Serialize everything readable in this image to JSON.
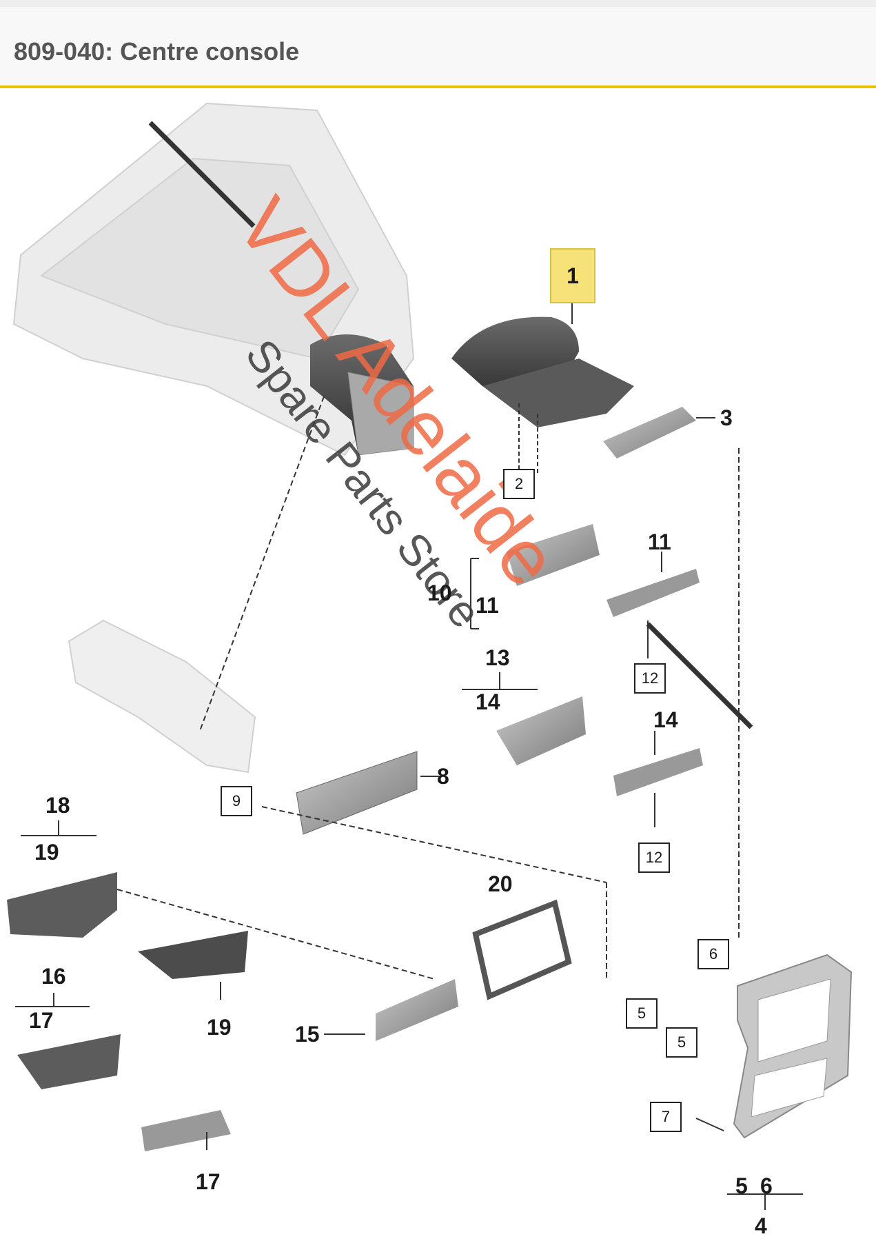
{
  "page": {
    "title": "809-040: Centre console"
  },
  "colors": {
    "header_rule": "#e8c200",
    "highlight_fill": "#f7e27a",
    "watermark": "#ef6a45",
    "part_dark": "#4a4a4a",
    "part_light": "#d6d6d6",
    "leader_line": "#333333"
  },
  "watermark": {
    "line1": "VDL Adelaide",
    "line2": "Spare Parts Store"
  },
  "callouts": {
    "c1": "1",
    "c2": "2",
    "c3": "3",
    "c4": "4",
    "c5a": "5",
    "c5b": "5",
    "c5c": "5",
    "c6a": "6",
    "c6b": "6",
    "c7": "7",
    "c8": "8",
    "c9": "9",
    "c10": "10",
    "c11a": "11",
    "c11b": "11",
    "c12a": "12",
    "c12b": "12",
    "c13": "13",
    "c14a": "14",
    "c14b": "14",
    "c15": "15",
    "c16": "16",
    "c17a": "17",
    "c17b": "17",
    "c18": "18",
    "c19a": "19",
    "c19b": "19",
    "c20": "20"
  }
}
